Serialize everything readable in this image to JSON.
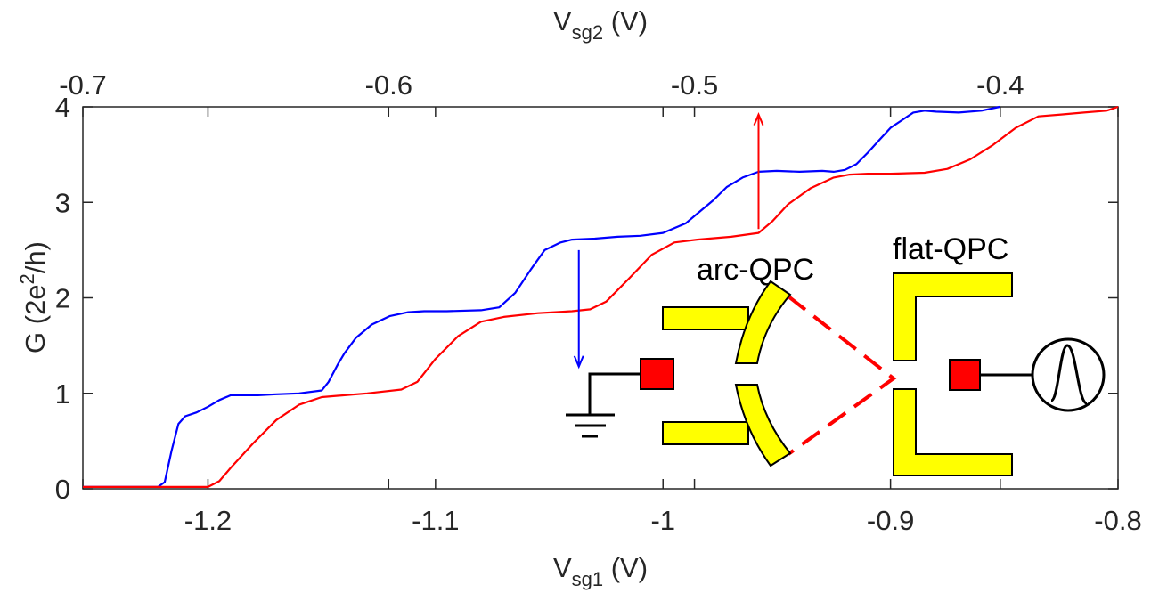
{
  "chart_data": {
    "type": "line",
    "xlabel": {
      "main": "V",
      "sub": "sg1",
      "unit": " (V)"
    },
    "x2label": {
      "main": "V",
      "sub": "sg2",
      "unit": " (V)"
    },
    "ylabel": {
      "pre": "G (2e",
      "sup": "2",
      "post": "/h)"
    },
    "xlim": [
      -1.255,
      -0.8
    ],
    "ylim": [
      0,
      4
    ],
    "x2lim": [
      -0.7,
      -0.3615
    ],
    "xticks": [
      {
        "value": -1.2,
        "label": "-1.2"
      },
      {
        "value": -1.1,
        "label": "-1.1"
      },
      {
        "value": -1.0,
        "label": "-1"
      },
      {
        "value": -0.9,
        "label": "-0.9"
      },
      {
        "value": -0.8,
        "label": "-0.8"
      }
    ],
    "x2ticks": [
      {
        "value": -0.7,
        "label": "-0.7"
      },
      {
        "value": -0.6,
        "label": "-0.6"
      },
      {
        "value": -0.5,
        "label": "-0.5"
      },
      {
        "value": -0.4,
        "label": "-0.4"
      }
    ],
    "yticks": [
      {
        "value": 0,
        "label": "0"
      },
      {
        "value": 1,
        "label": "1"
      },
      {
        "value": 2,
        "label": "2"
      },
      {
        "value": 3,
        "label": "3"
      },
      {
        "value": 4,
        "label": "4"
      }
    ],
    "grid": false,
    "series": [
      {
        "color": "#0000ff",
        "axis": "x1",
        "x": [
          -1.255,
          -1.23,
          -1.222,
          -1.219,
          -1.216,
          -1.213,
          -1.21,
          -1.205,
          -1.2,
          -1.195,
          -1.19,
          -1.185,
          -1.178,
          -1.17,
          -1.16,
          -1.15,
          -1.147,
          -1.143,
          -1.14,
          -1.135,
          -1.128,
          -1.12,
          -1.112,
          -1.105,
          -1.095,
          -1.08,
          -1.072,
          -1.065,
          -1.058,
          -1.052,
          -1.045,
          -1.04,
          -1.03,
          -1.02,
          -1.01,
          -1.0,
          -0.99,
          -0.985,
          -0.978,
          -0.972,
          -0.965,
          -0.958,
          -0.95,
          -0.94,
          -0.93,
          -0.925,
          -0.92,
          -0.915,
          -0.91,
          -0.905,
          -0.9,
          -0.895,
          -0.89,
          -0.885,
          -0.88,
          -0.87,
          -0.86,
          -0.852
        ],
        "y": [
          0.02,
          0.02,
          0.02,
          0.07,
          0.4,
          0.68,
          0.76,
          0.8,
          0.86,
          0.93,
          0.98,
          0.98,
          0.98,
          0.99,
          1.0,
          1.03,
          1.12,
          1.3,
          1.42,
          1.58,
          1.72,
          1.81,
          1.85,
          1.86,
          1.86,
          1.87,
          1.9,
          2.05,
          2.3,
          2.5,
          2.58,
          2.61,
          2.62,
          2.64,
          2.65,
          2.68,
          2.78,
          2.88,
          3.02,
          3.16,
          3.26,
          3.32,
          3.33,
          3.32,
          3.33,
          3.32,
          3.34,
          3.4,
          3.52,
          3.65,
          3.78,
          3.86,
          3.94,
          3.96,
          3.95,
          3.94,
          3.96,
          4.0
        ]
      },
      {
        "color": "#ff0000",
        "axis": "x1",
        "x": [
          -1.255,
          -1.2,
          -1.195,
          -1.19,
          -1.18,
          -1.17,
          -1.16,
          -1.15,
          -1.13,
          -1.115,
          -1.108,
          -1.1,
          -1.09,
          -1.08,
          -1.07,
          -1.055,
          -1.04,
          -1.032,
          -1.025,
          -1.015,
          -1.005,
          -0.995,
          -0.985,
          -0.97,
          -0.958,
          -0.952,
          -0.945,
          -0.935,
          -0.925,
          -0.918,
          -0.91,
          -0.9,
          -0.885,
          -0.875,
          -0.865,
          -0.855,
          -0.845,
          -0.835,
          -0.825,
          -0.815,
          -0.805,
          -0.8
        ],
        "y": [
          0.02,
          0.02,
          0.08,
          0.22,
          0.48,
          0.72,
          0.88,
          0.96,
          1.0,
          1.04,
          1.12,
          1.36,
          1.6,
          1.75,
          1.8,
          1.84,
          1.86,
          1.88,
          1.96,
          2.2,
          2.45,
          2.58,
          2.61,
          2.64,
          2.68,
          2.8,
          2.98,
          3.15,
          3.26,
          3.29,
          3.3,
          3.3,
          3.31,
          3.35,
          3.45,
          3.6,
          3.78,
          3.9,
          3.92,
          3.94,
          3.96,
          4.0
        ]
      }
    ],
    "arrows": [
      {
        "color": "#0000ff",
        "x": -1.037,
        "y_from": 2.5,
        "y_to": 1.28
      },
      {
        "color": "#ff0000",
        "x": -0.958,
        "y_from": 2.72,
        "y_to": 3.92
      }
    ],
    "inset": {
      "labels": {
        "arc": "arc-QPC",
        "flat": "flat-QPC"
      },
      "colors": {
        "gate": "#ffff00",
        "gate_stroke": "#000000",
        "contact": "#ff0000",
        "dashed": "#ff0000",
        "wire": "#000000"
      }
    }
  }
}
